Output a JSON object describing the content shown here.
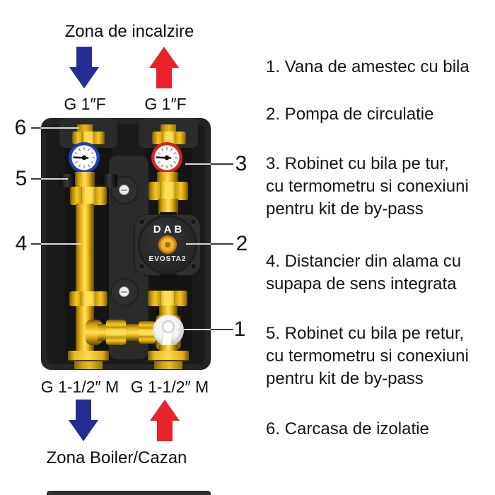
{
  "figure": {
    "top_zone": "Zona de incalzire",
    "bottom_zone": "Zona Boiler/Cazan",
    "ports": {
      "top_left": "G 1″F",
      "top_right": "G 1″F",
      "bottom_left": "G 1-1/2″ M",
      "bottom_right": "G 1-1/2″ M"
    },
    "pump": {
      "brand": "DAB",
      "model": "EVOSTA2"
    },
    "callouts": {
      "n1": "1",
      "n2": "2",
      "n3": "3",
      "n4": "4",
      "n5": "5",
      "n6": "6"
    },
    "flow": {
      "supply_color": "#e8222b",
      "return_color": "#232d92"
    },
    "colors": {
      "casing": "#252525",
      "brass": "#f3c222",
      "thermometer_cold_rim": "#1e3eb8",
      "thermometer_hot_rim": "#dd1f26"
    }
  },
  "legend": {
    "items": [
      {
        "lines": [
          "1. Vana de amestec cu bila"
        ]
      },
      {
        "lines": [
          "2. Pompa de circulatie"
        ]
      },
      {
        "lines": [
          "3. Robinet cu bila pe tur,",
          "cu termometru si conexiuni",
          "pentru kit de by-pass"
        ]
      },
      {
        "lines": [
          "4. Distancier din alama cu",
          "supapa de sens integrata"
        ]
      },
      {
        "lines": [
          "5. Robinet cu bila pe retur,",
          "cu termometru si conexiuni",
          "pentru kit de by-pass"
        ]
      },
      {
        "lines": [
          "6. Carcasa de izolatie"
        ]
      }
    ]
  }
}
